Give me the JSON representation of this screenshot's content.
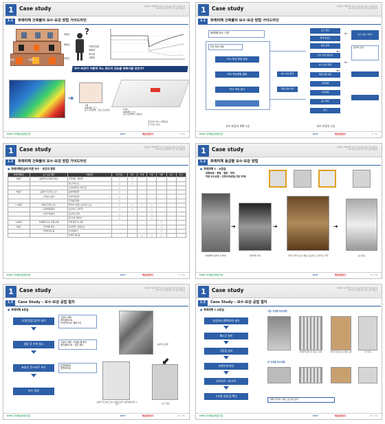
{
  "header": {
    "badge": "1",
    "case_study": "Case study",
    "info_line1": "건축물의 화재피해 진단 및 보수보강 방안 가이드라인",
    "info_line2": "2017년도 재난안전 연구 성과 발표회"
  },
  "footer": {
    "left": "KINS  국가재난안전연구원",
    "center": "KICT",
    "right": "재난안전연구"
  },
  "slides": [
    {
      "number": "1.1",
      "title": "화재피해 건축물의 보수·보강 방법 가이드라인",
      "page": "3 / 20",
      "grades": [
        "A등급",
        "B등급",
        "C등급",
        "D등급",
        "E등급"
      ],
      "properties": [
        "구조안전성",
        "내화성",
        "내구성",
        "사용성"
      ],
      "question": "보수·보강이 어떻게 어느 정도의 성능을 회복시킬 것인가?",
      "labels": [
        "기둥",
        "화재피해: 급 C",
        "보수·보강방법: 고강도 모르타르",
        "슬래브",
        "화재피해: 급 D",
        "보수·보강방법: 단면보수",
        "콘크리트 파손 / 섬유보강",
        "급 D 보수 보강"
      ]
    },
    {
      "number": "1.1",
      "title": "화재피해 건축물의 보수·보강 방법 가이드라인",
      "page": "4 / 20",
      "flow_left": [
        "화재피해 조사 / 진단",
        "보수·보강 계획",
        "보수·보강 방법 설정",
        "보수·보강공법 결정",
        "보수·보강 공사",
        "보수·보강의 계획 수순"
      ],
      "flow_right": [
        "조사 진단",
        "화재 손상도",
        "등급 판정",
        "보수·보강 필요성",
        "보수·보강 판정",
        "재료·공법 검토",
        "사업계획",
        "시공계획",
        "공사 확인",
        "검사",
        "보수·보강의 수순"
      ],
      "side_notes": [
        "보수·보강 등급",
        "재료·공법 선정",
        "보수·보강 시방서",
        "공사비 산정"
      ],
      "flags": [
        "No",
        "Yes",
        "No",
        "Yes"
      ]
    },
    {
      "number": "1.2",
      "title": "화재피해 건축물의 보수·보강 방법 가이드라인",
      "page": "5 / 20",
      "section": "화재피해등급에 따른 보수 · 보강의 종류",
      "columns": [
        "화재피해등급",
        "보수·보강 종류",
        "적용공법",
        "콘크리트",
        "철근",
        "강재",
        "마감",
        "내화",
        "보강",
        "비고"
      ],
      "rows": [
        [
          "B등급",
          "표면처리·도장처리·청소",
          "고압세정 · 워터젯",
          "○",
          "○",
          "",
          "",
          "",
          "",
          ""
        ],
        [
          "",
          "",
          "샌드블라스트",
          "○",
          "○",
          "",
          "",
          "",
          "",
          ""
        ],
        [
          "",
          "",
          "드라이아이스 블라스트",
          "○",
          "",
          "",
          "",
          "",
          "",
          ""
        ],
        [
          "B등급",
          "표층부 콘크리트 보수",
          "표면피복공법",
          "○",
          "",
          "",
          "",
          "",
          "",
          ""
        ],
        [
          "",
          "(균열보수공법)",
          "균열주입공법",
          "○",
          "",
          "",
          "",
          "",
          "",
          ""
        ],
        [
          "",
          "",
          "균열충전공법",
          "○",
          "",
          "",
          "",
          "",
          "",
          ""
        ],
        [
          "C·D등급",
          "피복콘크리트 보수",
          "폴리머 시멘트 모르타르 도포",
          "○",
          "○",
          "○",
          "○",
          "",
          "",
          ""
        ],
        [
          "",
          "(표면피복공법)",
          "모르타르 그라우트",
          "○",
          "○",
          "",
          "○",
          "",
          "",
          ""
        ],
        [
          "",
          "(단면수복공법)",
          "모르타르 충전",
          "○",
          "",
          "",
          "○",
          "",
          "",
          ""
        ],
        [
          "",
          "",
          "콘크리트 재타설",
          "○",
          "",
          "",
          "○",
          "",
          "",
          ""
        ],
        [
          "D·E등급",
          "부재증설 또는 부재 교체",
          "부재 증설 및 교체",
          "",
          "",
          "",
          "",
          "○",
          "",
          ""
        ],
        [
          "E등급",
          "신부재의 증설",
          "강판접착 · 섬유보강",
          "",
          "",
          "",
          "",
          "○",
          "",
          ""
        ],
        [
          "",
          "부재의 재시공",
          "단부재설치",
          "",
          "",
          "",
          "",
          "○",
          "",
          ""
        ],
        [
          "",
          "",
          "부재의 재시공",
          "",
          "",
          "○",
          "○",
          "○",
          "",
          ""
        ]
      ]
    },
    {
      "number": "1.3",
      "title": "화재피해 등급별 보수·보강 방법",
      "page": "14 / 20",
      "section": "화재피해 C · D등급",
      "bullets": [
        "피해유형 : 폭렬 · 열화 · 박락",
        "적용 보수공법 : 단면수복공법(기둥 부재)"
      ],
      "photos": [
        "화재피해 (표면부 층 박리)",
        "열화부위 제거",
        "거푸집 설치 및 보수재료 (모르타르 그라우트) 주입",
        "보수완료"
      ]
    },
    {
      "number": "1.5",
      "title": "Case Study – 보수·보강 공법 절차",
      "page": "19 / 20",
      "section": "화재피해 B등급",
      "steps": [
        "오염(검댕 등)의 세거",
        "세정 후 주위 청소",
        "표층부 콘크리트 보수",
        "보수 완료"
      ],
      "notes1": [
        "고압수 세정",
        "샌드블라스트",
        "드라이아이스 블라스트"
      ],
      "notes2": [
        "고압수 세정 : 오염된 물 회수",
        "샌드블라스트 : 분진 회수"
      ],
      "notes3": [
        "표면함침재",
        "표면도포재"
      ],
      "labels": [
        "표면석 오염부",
        "표층부 콘크리트 보수 (표면도포재, 표면함침재 등 시공)",
        "보수 완료"
      ]
    },
    {
      "number": "1.5",
      "title": "Case Study – 보수·보강 공법 절차",
      "page": "20 / 20",
      "section": "화재피해 C·D등급",
      "steps": [
        "손상개소(열화부위) 제거",
        "메시근 설치",
        "거푸집 설치",
        "피복두께 확인",
        "모르타르 그라우트",
        "구조용 양생 및 확인"
      ],
      "sub1": "기둥 구조용 보수과정",
      "sub2": "보 구조용 보수과정",
      "labels": [
        "열화부위 제거 및 메시근 설치",
        "거푸집 설치 및 보수재료 충전",
        "보수 완료"
      ],
      "note": "이축법 폴리머 시멘트 모르타르 충전"
    }
  ],
  "colors": {
    "primary": "#2d5fa8",
    "header_bg": "#eeeeee",
    "table_head": "#3b3b3b"
  }
}
